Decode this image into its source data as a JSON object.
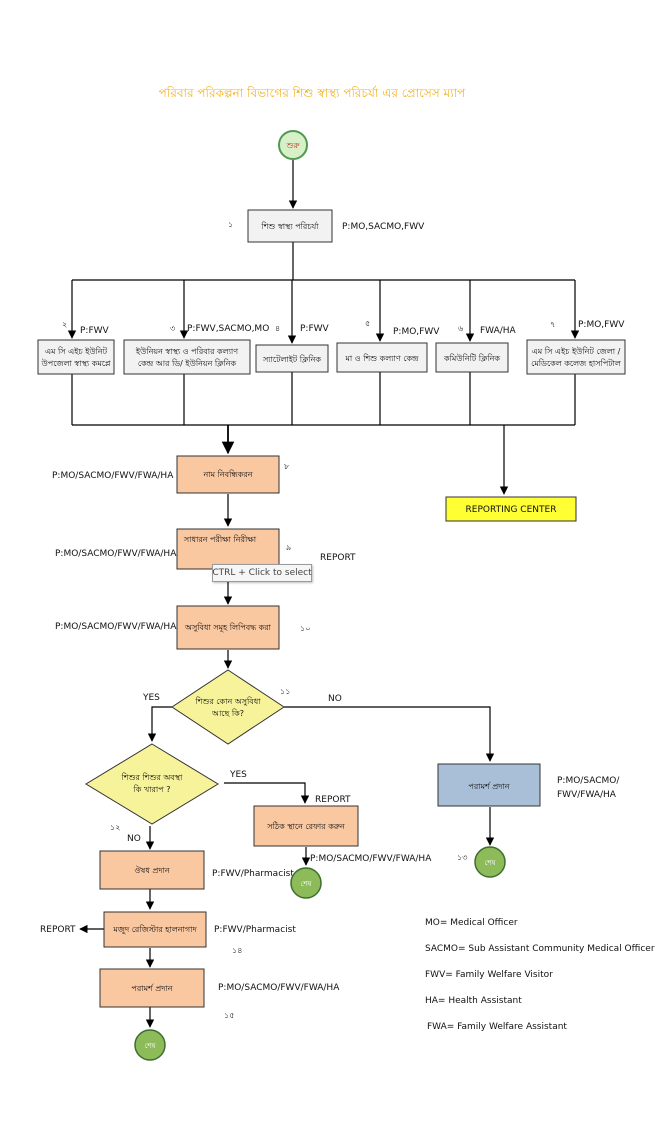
{
  "title": "পরিবার পরিকল্পনা বিভাগের শিশু স্বাস্থ্য পরিচর্যা এর প্রোসেস ম্যাপ",
  "colors": {
    "title": "#f2b21a",
    "start_fill": "#d8f0c8",
    "start_stroke": "#4f9a4f",
    "end_fill": "#8dbb5a",
    "process_fill": "#f9c7a0",
    "decision_fill": "#f6f39a",
    "counsel_fill": "#a9bfd8",
    "reporting_fill": "#ffff33",
    "plain_fill": "#f2f2f2"
  },
  "start": {
    "label": "শুরু"
  },
  "step1": {
    "num": "১",
    "label": "শিশু স্বাস্থ্য পরিচর্যা",
    "provider": "P:MO,SACMO,FWV"
  },
  "facilities": [
    {
      "num": "২",
      "provider": "P:FWV",
      "line1": "এম সি এইচ ইউনিট",
      "line2": "উপজেলা স্বাস্থ্য কমপ্লে"
    },
    {
      "num": "৩",
      "provider": "P:FWV,SACMO,MO",
      "line1": "ইউনিয়ন স্বাস্থ্য ও পরিবার কল্যাণ",
      "line2": "কেন্দ্র আর ডি/ ইউনিয়ন ক্লিনিক"
    },
    {
      "num": "৪",
      "provider": "P:FWV",
      "line1": "স্যাটেলাইট ক্লিনিক",
      "line2": ""
    },
    {
      "num": "৫",
      "provider": "P:MO,FWV",
      "line1": "মা ও শিশু কল্যাণ কেন্দ্র",
      "line2": ""
    },
    {
      "num": "৬",
      "provider": "FWA/HA",
      "line1": "কমিউনিটি ক্লিনিক",
      "line2": ""
    },
    {
      "num": "৭",
      "provider": "P:MO,FWV",
      "line1": "এম সি এইচ ইউনিট জেলা /",
      "line2": "মেডিকেল কলেজ হাসপিটাল"
    }
  ],
  "reporting_center": {
    "label": "REPORTING CENTER"
  },
  "step8": {
    "num": "৮",
    "label": "নাম নিবন্ধিকরন",
    "provider": "P:MO/SACMO/FWV/FWA/HA"
  },
  "step9": {
    "num": "৯",
    "label": "সাধারন পরীক্ষা নিরীক্ষা",
    "provider": "P:MO/SACMO/FWV/FWA/HA",
    "report": "REPORT"
  },
  "tooltip": {
    "text": "CTRL + Click to select"
  },
  "step10": {
    "num": "১০",
    "label": "অসুবিধা সমূহ লিপিবদ্ধ করা",
    "provider": "P:MO/SACMO/FWV/FWA/HA"
  },
  "decision11": {
    "num": "১১",
    "line1": "শিশুর কোন অসুবিধা",
    "line2": "আছে কি?",
    "yes": "YES",
    "no": "NO"
  },
  "decision12": {
    "num": "১২",
    "line1": "শিশুর শিশুর অবস্থা",
    "line2": "কি খারাপ ?",
    "yes": "YES",
    "no": "NO"
  },
  "referral": {
    "label": "সঠিক স্থানে রেফার করুন",
    "provider": "P:MO/SACMO/FWV/FWA/HA",
    "report": "REPORT"
  },
  "counsel_right": {
    "num": "১৩",
    "label": "পরামর্শ প্রদান",
    "provider_line1": "P:MO/SACMO/",
    "provider_line2": "FWV/FWA/HA"
  },
  "medicine": {
    "label": "ঔষধ প্রদান",
    "provider": "P:FWV/Pharmacist"
  },
  "stock": {
    "num": "১৪",
    "label": "মজুদ রেজিস্টার হালনাগাদ",
    "provider": "P:FWV/Pharmacist",
    "report": "REPORT"
  },
  "counsel_left": {
    "num": "১৫",
    "label": "পরামর্শ প্রদান",
    "provider": "P:MO/SACMO/FWV/FWA/HA"
  },
  "end_label": "শেষ",
  "legend": [
    "MO= Medical Officer",
    "SACMO= Sub Assistant Community Medical Officer",
    "FWV= Family Welfare Visitor",
    "HA= Health Assistant",
    "FWA= Family Welfare Assistant"
  ]
}
